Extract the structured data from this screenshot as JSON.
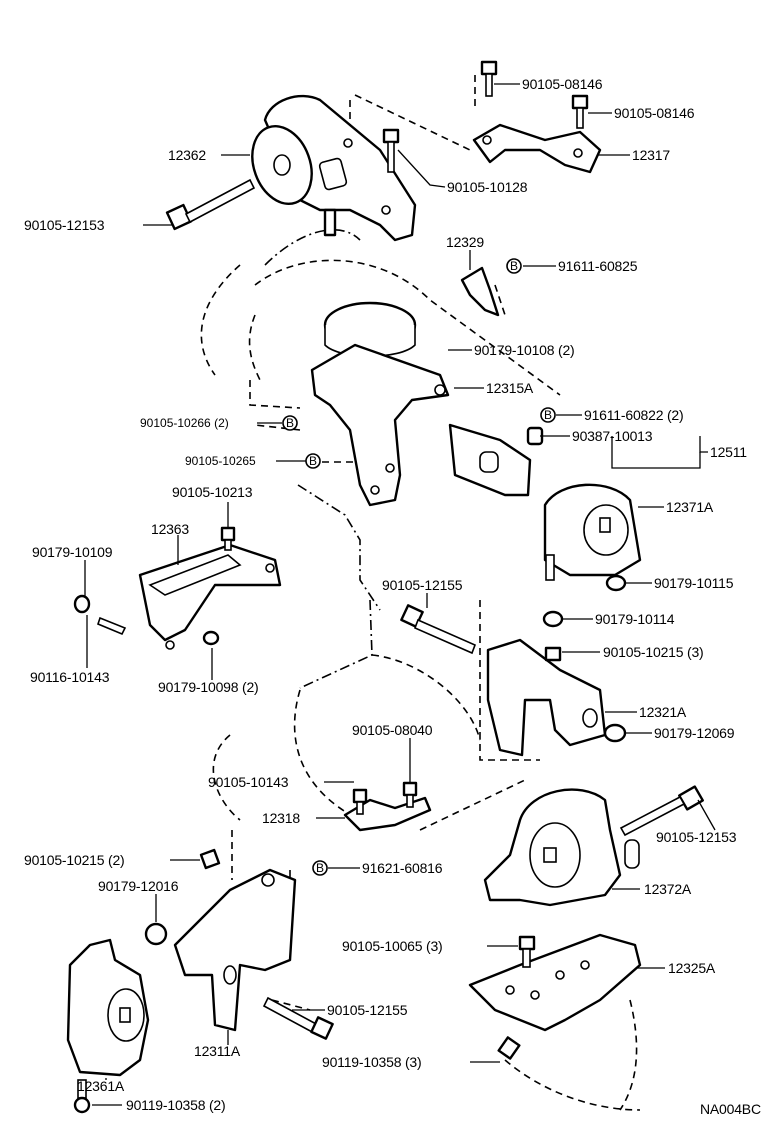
{
  "figure_code": "NA004BC",
  "part_labels": [
    {
      "key": "l1",
      "text": "90105-08146"
    },
    {
      "key": "l2",
      "text": "90105-08146"
    },
    {
      "key": "l3",
      "text": "12362"
    },
    {
      "key": "l4",
      "text": "12317"
    },
    {
      "key": "l5",
      "text": "90105-10128"
    },
    {
      "key": "l6",
      "text": "90105-12153"
    },
    {
      "key": "l7",
      "text": "12329"
    },
    {
      "key": "l8",
      "text": "91611-60825"
    },
    {
      "key": "l9",
      "text": "90179-10108 (2)"
    },
    {
      "key": "l10",
      "text": "12315A"
    },
    {
      "key": "l11",
      "text": "90105-10266 (2)"
    },
    {
      "key": "l12",
      "text": "91611-60822 (2)"
    },
    {
      "key": "l13",
      "text": "90387-10013"
    },
    {
      "key": "l14",
      "text": "12511"
    },
    {
      "key": "l15",
      "text": "90105-10265"
    },
    {
      "key": "l16",
      "text": "90105-10213"
    },
    {
      "key": "l17",
      "text": "12371A"
    },
    {
      "key": "l18",
      "text": "12363"
    },
    {
      "key": "l19",
      "text": "90179-10109"
    },
    {
      "key": "l20",
      "text": "90105-12155"
    },
    {
      "key": "l21",
      "text": "90179-10115"
    },
    {
      "key": "l22",
      "text": "90179-10114"
    },
    {
      "key": "l23",
      "text": "90116-10143"
    },
    {
      "key": "l24",
      "text": "90179-10098 (2)"
    },
    {
      "key": "l25",
      "text": "90105-10215 (3)"
    },
    {
      "key": "l26",
      "text": "12321A"
    },
    {
      "key": "l27",
      "text": "90105-08040"
    },
    {
      "key": "l28",
      "text": "90179-12069"
    },
    {
      "key": "l29",
      "text": "90105-10143"
    },
    {
      "key": "l30",
      "text": "12318"
    },
    {
      "key": "l31",
      "text": "90105-12153"
    },
    {
      "key": "l32",
      "text": "90105-10215 (2)"
    },
    {
      "key": "l33",
      "text": "91621-60816"
    },
    {
      "key": "l34",
      "text": "90179-12016"
    },
    {
      "key": "l35",
      "text": "12372A"
    },
    {
      "key": "l36",
      "text": "90105-10065 (3)"
    },
    {
      "key": "l37",
      "text": "12325A"
    },
    {
      "key": "l38",
      "text": "90105-12155"
    },
    {
      "key": "l39",
      "text": "12311A"
    },
    {
      "key": "l40",
      "text": "90119-10358 (3)"
    },
    {
      "key": "l41",
      "text": "12361A"
    },
    {
      "key": "l42",
      "text": "90119-10358 (2)"
    }
  ],
  "callout_symbol": "B"
}
